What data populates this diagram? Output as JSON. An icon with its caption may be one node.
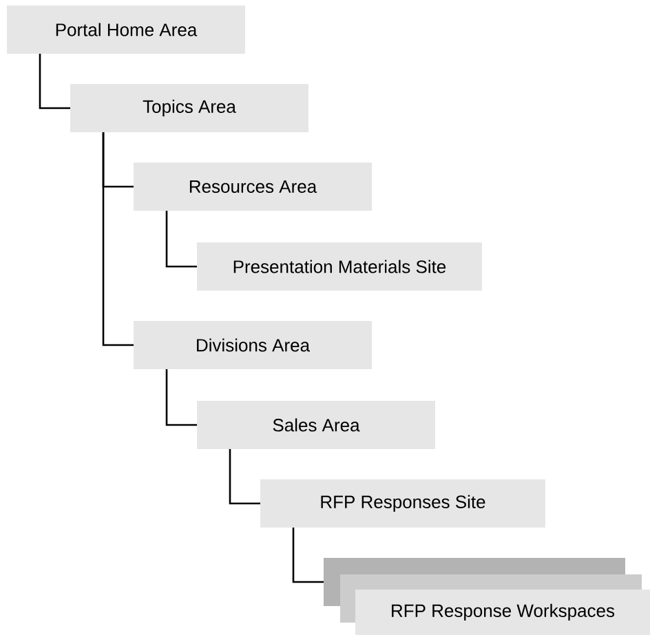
{
  "diagram": {
    "nodes": [
      {
        "text": [
          "Portal Home Area"
        ]
      },
      {
        "text": [
          "Topics Area"
        ]
      },
      {
        "text": [
          "Resources Area"
        ]
      },
      {
        "text": [
          "Presentation Materials Site"
        ]
      },
      {
        "text": [
          "Divisions Area"
        ]
      },
      {
        "text": [
          "Sales Area"
        ]
      },
      {
        "text": [
          "RFP Responses Site"
        ]
      },
      {
        "text": [
          "RFP Response Workspaces"
        ]
      }
    ],
    "edges": [
      {
        "from": 0,
        "to": 1,
        "arrow": "none"
      },
      {
        "from": 1,
        "to": 2,
        "arrow": "none"
      },
      {
        "from": 2,
        "to": 3,
        "arrow": "none"
      },
      {
        "from": 1,
        "to": 4,
        "arrow": "none"
      },
      {
        "from": 4,
        "to": 5,
        "arrow": "none"
      },
      {
        "from": 5,
        "to": 6,
        "arrow": "none"
      },
      {
        "from": 6,
        "to": 7,
        "arrow": "none"
      }
    ]
  }
}
